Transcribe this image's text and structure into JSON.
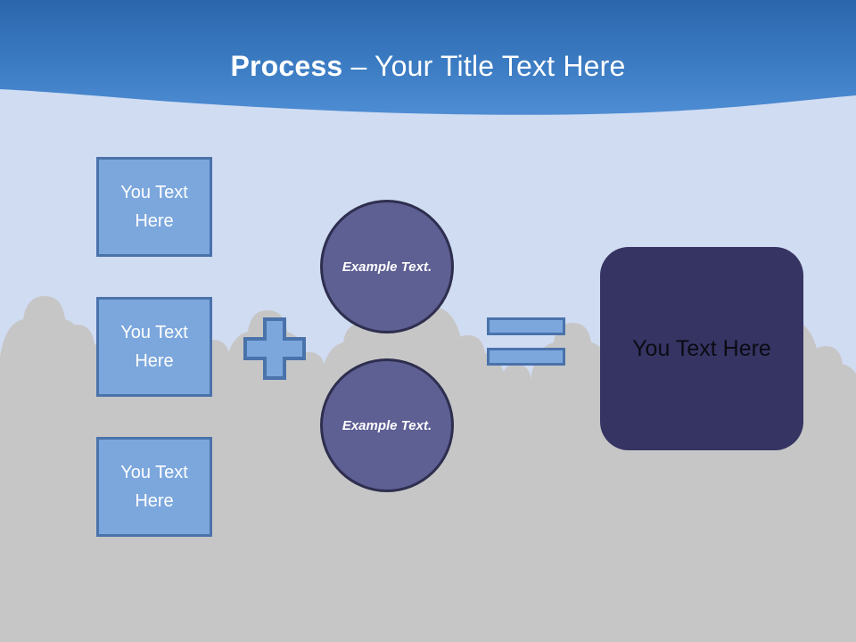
{
  "slide": {
    "title_bold": "Process",
    "title_rest": " – Your Title Text Here",
    "background_color": "#D0DCF2",
    "header_gradient_top": "#2D6AAF",
    "header_gradient_bottom": "#4C8BD1",
    "silhouette_color": "#C6C6C6",
    "floor_color": "#C6C6C6"
  },
  "inputs": {
    "boxes": [
      {
        "label": "You Text Here",
        "fill": "#7BA7DD",
        "stroke": "#4A72AB"
      },
      {
        "label": "You Text Here",
        "fill": "#7BA7DD",
        "stroke": "#4A72AB"
      },
      {
        "label": "You Text Here",
        "fill": "#7BA7DD",
        "stroke": "#4A72AB"
      }
    ]
  },
  "operators": {
    "plus": "plus-sign",
    "equals": "equals-sign",
    "fill": "#7BA7DD",
    "stroke": "#4A72AB"
  },
  "circles": [
    {
      "label": "Example Text.",
      "fill": "#5E5F93",
      "stroke": "#2E2E4F"
    },
    {
      "label": "Example Text.",
      "fill": "#5E5F93",
      "stroke": "#2E2E4F"
    }
  ],
  "result": {
    "label": "You Text Here",
    "fill": "#363463",
    "text_color": "#0b0b14"
  }
}
